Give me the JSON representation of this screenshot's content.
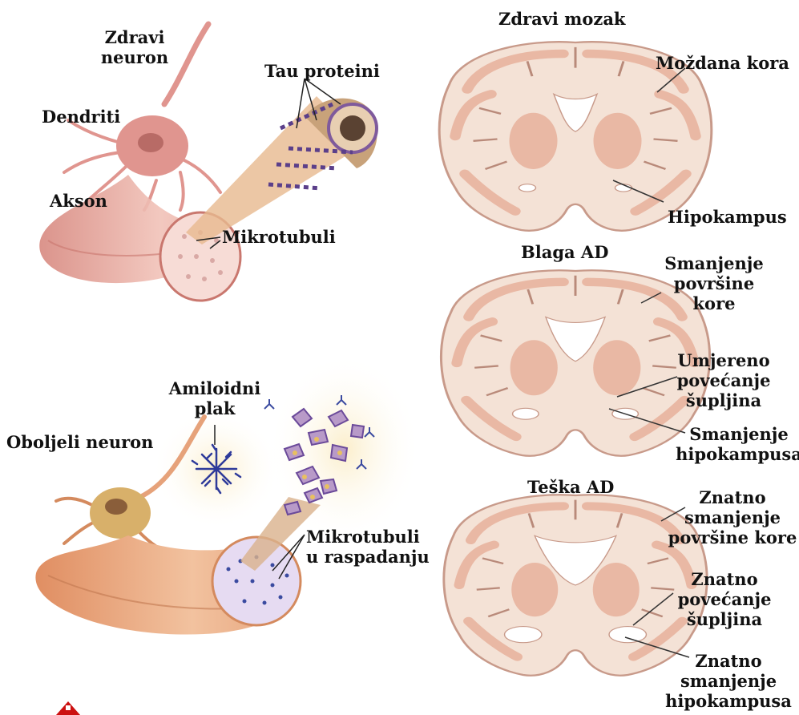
{
  "healthy_neuron": {
    "title_line1": "Zdravi",
    "title_line2": "neuron",
    "dendrites": "Dendriti",
    "axon": "Akson",
    "tau": "Tau proteini",
    "microtubules": "Mikrotubuli"
  },
  "diseased_neuron": {
    "title": "Oboljeli neuron",
    "plaque_line1": "Amiloidni",
    "plaque_line2": "plak",
    "microtubules_line1": "Mikrotubuli",
    "microtubules_line2": "u raspadanju"
  },
  "brains": {
    "healthy": {
      "title": "Zdravi mozak",
      "cortex": "Moždana kora",
      "hippocampus": "Hipokampus"
    },
    "mild": {
      "title": "Blaga AD",
      "cortex_lines": [
        "Smanjenje",
        "površine",
        "kore"
      ],
      "ventricles_lines": [
        "Umjereno",
        "povećanje",
        "šupljina"
      ],
      "hippocampus_lines": [
        "Smanjenje",
        "hipokampusa"
      ]
    },
    "severe": {
      "title": "Teška AD",
      "cortex_lines": [
        "Znatno",
        "smanjenje",
        "površine kore"
      ],
      "ventricles_lines": [
        "Znatno",
        "povećanje",
        "šupljina"
      ],
      "hippocampus_lines": [
        "Znatno",
        "smanjenje",
        "hipokampusa"
      ]
    }
  },
  "colors": {
    "brain_fill": "#f4e2d6",
    "brain_gray": "#e9b8a4",
    "neuron_healthy": "#e0958f",
    "neuron_diseased": "#e6a27a",
    "tau": "#5b3f8a",
    "plaque": "#2e3a9a",
    "logo": "#cc1111"
  }
}
